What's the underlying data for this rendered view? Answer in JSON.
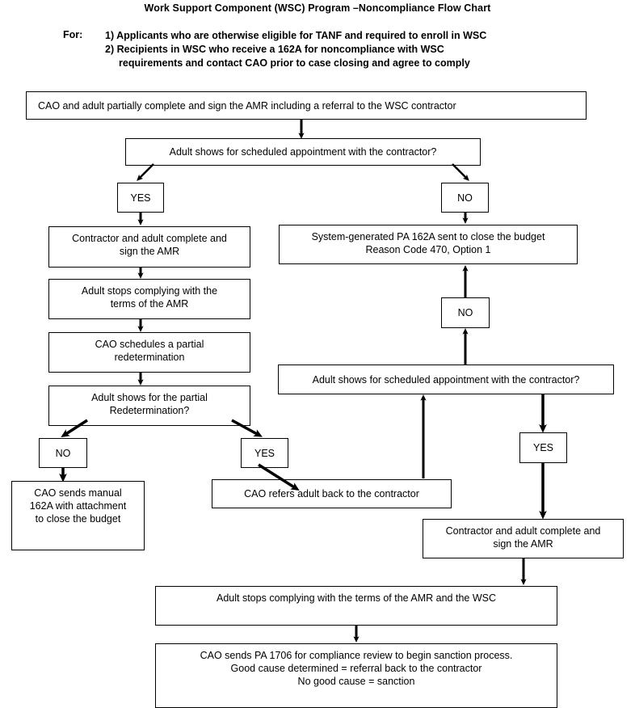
{
  "header": {
    "title": "Work Support Component (WSC) Program –Noncompliance Flow Chart",
    "for_label": "For:",
    "for_items": [
      "1)  Applicants who are otherwise eligible for TANF and required to enroll in WSC",
      "2)  Recipients in WSC who receive a 162A for noncompliance with WSC",
      "requirements and contact CAO prior to case closing and agree to comply"
    ]
  },
  "chart_data": {
    "type": "diagram",
    "diagram_kind": "flowchart",
    "title": "Work Support Component (WSC) Program –Noncompliance Flow Chart",
    "nodes": [
      {
        "id": "n1",
        "label": "CAO and adult partially complete and sign the AMR including a referral to the WSC contractor",
        "shape": "rect",
        "align": "left"
      },
      {
        "id": "n2",
        "label": "Adult shows for scheduled appointment with the contractor?",
        "shape": "rect",
        "align": "center"
      },
      {
        "id": "n3",
        "label": "YES",
        "shape": "rect",
        "align": "center"
      },
      {
        "id": "n4",
        "label": "NO",
        "shape": "rect",
        "align": "center"
      },
      {
        "id": "n5",
        "label": "Contractor and adult complete and\nsign the AMR",
        "shape": "rect",
        "align": "center"
      },
      {
        "id": "n6",
        "label": "System-generated PA 162A sent to close the budget\nReason Code 470, Option 1",
        "shape": "rect",
        "align": "center"
      },
      {
        "id": "n7",
        "label": "Adult stops complying with the\nterms of the AMR",
        "shape": "rect",
        "align": "center"
      },
      {
        "id": "n8",
        "label": "NO",
        "shape": "rect",
        "align": "center"
      },
      {
        "id": "n9",
        "label": "CAO schedules a partial\nredetermination",
        "shape": "rect",
        "align": "center"
      },
      {
        "id": "n10",
        "label": "Adult shows for scheduled appointment with the contractor?",
        "shape": "rect",
        "align": "center"
      },
      {
        "id": "n11",
        "label": "Adult shows for the partial\nRedetermination?",
        "shape": "rect",
        "align": "center"
      },
      {
        "id": "n12",
        "label": "NO",
        "shape": "rect",
        "align": "center"
      },
      {
        "id": "n13",
        "label": "YES",
        "shape": "rect",
        "align": "center"
      },
      {
        "id": "n14",
        "label": "YES",
        "shape": "rect",
        "align": "center"
      },
      {
        "id": "n15",
        "label": "CAO sends manual\n162A with attachment\nto close the budget",
        "shape": "rect",
        "align": "center"
      },
      {
        "id": "n16",
        "label": "CAO refers adult back to the contractor",
        "shape": "rect",
        "align": "center"
      },
      {
        "id": "n17",
        "label": "Contractor and adult complete and\nsign the AMR",
        "shape": "rect",
        "align": "center"
      },
      {
        "id": "n18",
        "label": "Adult stops complying with the terms of the AMR and the WSC",
        "shape": "rect",
        "align": "center"
      },
      {
        "id": "n19",
        "label": "CAO sends PA 1706 for compliance review to begin sanction process.\nGood cause determined = referral back to the contractor\nNo good cause = sanction",
        "shape": "rect",
        "align": "center"
      }
    ],
    "edges": [
      {
        "from": "n1",
        "to": "n2",
        "label": ""
      },
      {
        "from": "n2",
        "to": "n3",
        "label": "YES"
      },
      {
        "from": "n2",
        "to": "n4",
        "label": "NO"
      },
      {
        "from": "n3",
        "to": "n5",
        "label": ""
      },
      {
        "from": "n4",
        "to": "n6",
        "label": ""
      },
      {
        "from": "n5",
        "to": "n7",
        "label": ""
      },
      {
        "from": "n7",
        "to": "n9",
        "label": ""
      },
      {
        "from": "n9",
        "to": "n11",
        "label": ""
      },
      {
        "from": "n11",
        "to": "n12",
        "label": "NO"
      },
      {
        "from": "n11",
        "to": "n13",
        "label": "YES"
      },
      {
        "from": "n12",
        "to": "n15",
        "label": ""
      },
      {
        "from": "n13",
        "to": "n16",
        "label": ""
      },
      {
        "from": "n16",
        "to": "n10",
        "label": ""
      },
      {
        "from": "n10",
        "to": "n8",
        "label": "NO"
      },
      {
        "from": "n8",
        "to": "n6",
        "label": ""
      },
      {
        "from": "n10",
        "to": "n14",
        "label": "YES"
      },
      {
        "from": "n14",
        "to": "n17",
        "label": ""
      },
      {
        "from": "n17",
        "to": "n18",
        "label": ""
      },
      {
        "from": "n18",
        "to": "n19",
        "label": ""
      }
    ],
    "colors": {
      "stroke": "#000000",
      "fill": "#ffffff",
      "text": "#000000"
    }
  },
  "nodes": {
    "n1": "CAO and adult partially complete and sign the AMR including a referral to the WSC contractor",
    "n2": "Adult shows for scheduled appointment with the contractor?",
    "n3": "YES",
    "n4": "NO",
    "n5": "Contractor and adult complete and\nsign the AMR",
    "n6": "System-generated PA 162A sent to close the budget\nReason Code 470, Option 1",
    "n7": "Adult stops complying with the\nterms of the AMR",
    "n8": "NO",
    "n9": "CAO schedules a partial\nredetermination",
    "n10": "Adult shows for scheduled appointment with the contractor?",
    "n11": "Adult shows for the partial\nRedetermination?",
    "n12": "NO",
    "n13": "YES",
    "n14": "YES",
    "n15": "CAO sends manual\n162A with attachment\nto close the budget",
    "n16": "CAO refers adult back to the contractor",
    "n17": "Contractor and adult complete and\nsign the AMR",
    "n18": "Adult stops complying with the terms of the AMR and the WSC",
    "n19": "CAO sends PA 1706 for compliance review to begin sanction process.\nGood cause determined = referral back to the contractor\nNo good cause = sanction"
  }
}
